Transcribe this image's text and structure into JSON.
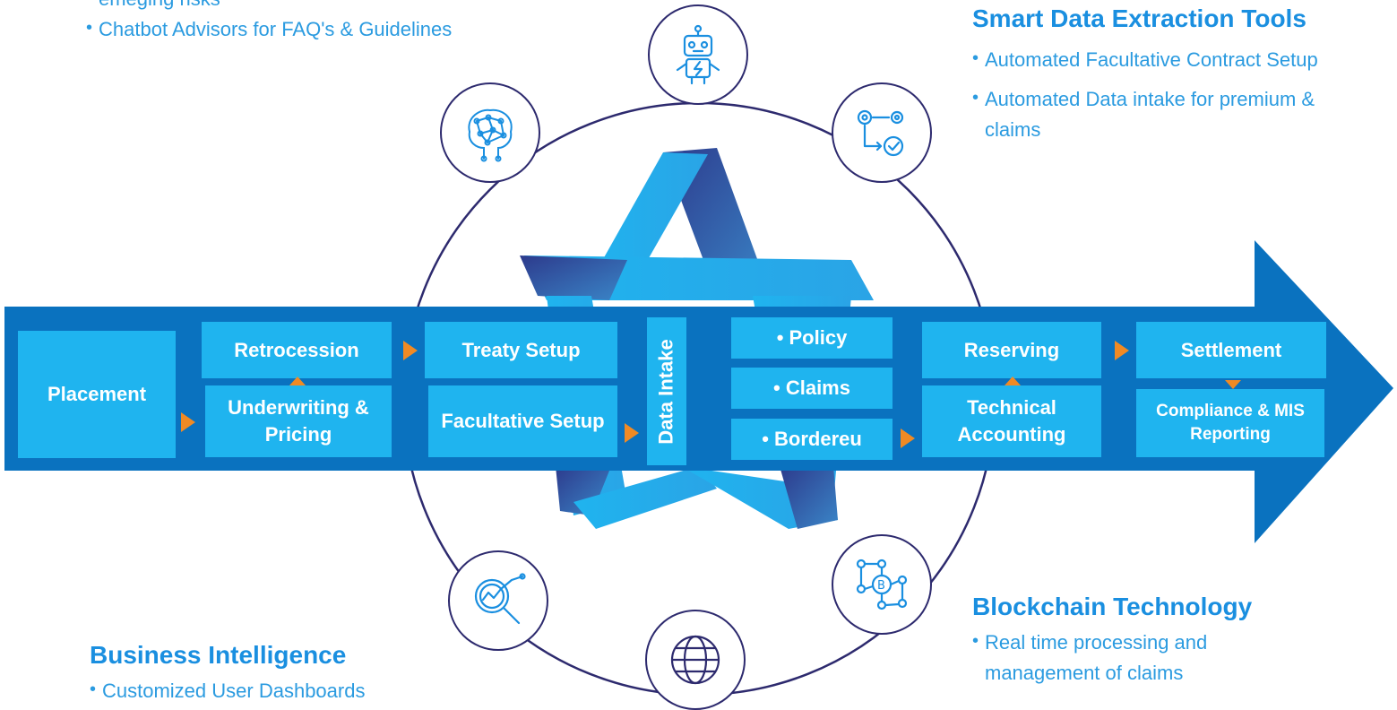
{
  "top_left": {
    "items": [
      "emeging risks",
      "Chatbot Advisors for FAQ's & Guidelines"
    ]
  },
  "smart_data": {
    "title": "Smart Data Extraction Tools",
    "items": [
      "Automated Facultative Contract Setup",
      "Automated Data intake for premium & claims"
    ]
  },
  "business_intelligence": {
    "title": "Business Intelligence",
    "items": [
      "Customized User Dashboards"
    ]
  },
  "blockchain": {
    "title": "Blockchain Technology",
    "items": [
      "Real time processing and management of claims"
    ]
  },
  "process": {
    "placement": "Placement",
    "retrocession": "Retrocession",
    "underwriting": "Underwriting & Pricing",
    "treaty_setup": "Treaty Setup",
    "facultative_setup": "Facultative Setup",
    "data_intake": "Data Intake",
    "policy": "• Policy",
    "claims": "• Claims",
    "bordereu": "• Bordereu",
    "reserving": "Reserving",
    "technical_accounting": "Technical Accounting",
    "settlement": "Settlement",
    "compliance": "Compliance & MIS Reporting"
  },
  "icons": [
    "neural-network-brain-icon",
    "robot-icon",
    "gears-workflow-icon",
    "analytics-magnifier-icon",
    "globe-icon",
    "blockchain-bitcoin-icon"
  ],
  "colors": {
    "arrow_band": "#0a72bf",
    "step_box": "#1fb4ef",
    "connector": "#f08a24",
    "ring": "#2d2a6e",
    "heading": "#1a8fe0",
    "star_light": "#1fb4ef",
    "star_dark": "#2d3a8c"
  }
}
